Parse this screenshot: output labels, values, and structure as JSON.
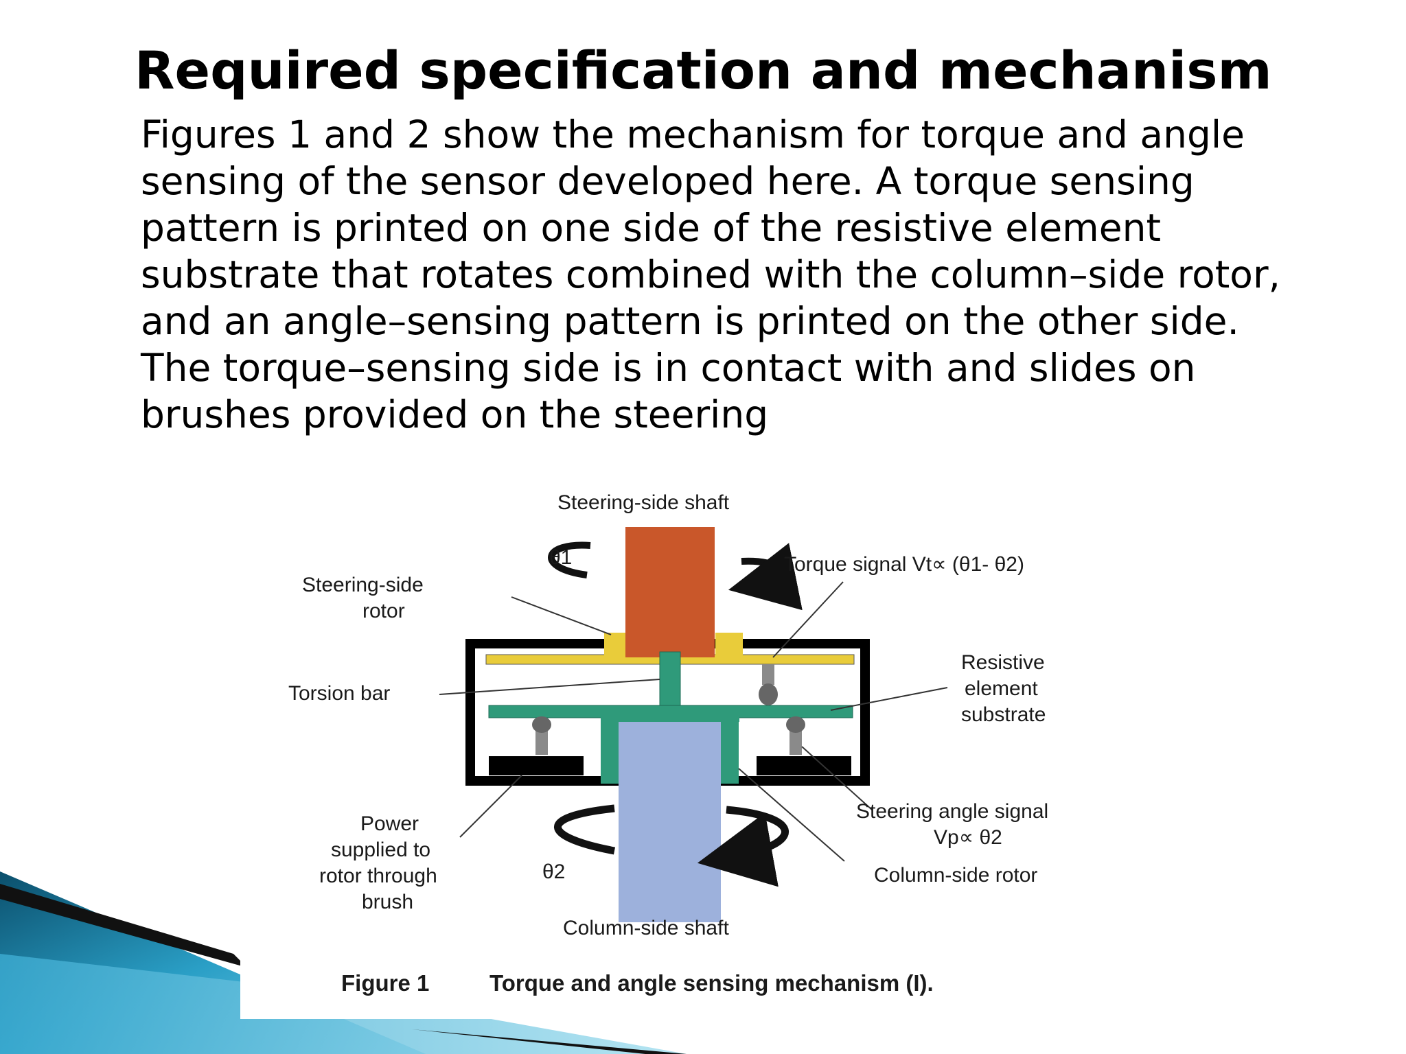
{
  "slide": {
    "title": "Required specification and mechanism",
    "body_lines": [
      "Figures 1 and 2 show the mechanism for torque and angle",
      "sensing of the sensor developed here. A torque sensing",
      "pattern is printed on one side of the resistive element",
      "substrate that rotates combined with the column–side rotor,",
      "and an angle–sensing pattern is printed on the other side.",
      "The torque–sensing side is in contact with and slides on",
      "brushes provided on the steering"
    ]
  },
  "figure": {
    "labels": {
      "steering_shaft": "Steering-side shaft",
      "theta1": "θ1",
      "torque_signal": "Torque signal Vt∝ (θ1- θ2)",
      "steering_rotor_1": "Steering-side",
      "steering_rotor_2": "rotor",
      "torsion_bar": "Torsion bar",
      "resistive_1": "Resistive",
      "resistive_2": "element",
      "resistive_3": "substrate",
      "power_1": "Power",
      "power_2": "supplied to",
      "power_3": "rotor through",
      "power_4": "brush",
      "theta2": "θ2",
      "angle_signal_1": "Steering angle signal",
      "angle_signal_2": "Vp∝ θ2",
      "column_rotor": "Column-side rotor",
      "column_shaft": "Column-side shaft"
    },
    "caption_number": "Figure 1",
    "caption_text": "Torque and angle sensing mechanism (I).",
    "colors": {
      "steering_shaft": "#c9572a",
      "column_shaft": "#9db1dc",
      "rotor_yellow": "#e9cc3a",
      "substrate_green": "#2f9a7a",
      "brush_gray": "#8a8a8a",
      "housing_black": "#000000"
    }
  },
  "decoration": {
    "theme_colors": [
      "#0b4f6c",
      "#2a9fc6",
      "#6fc7e3",
      "#111111"
    ]
  }
}
